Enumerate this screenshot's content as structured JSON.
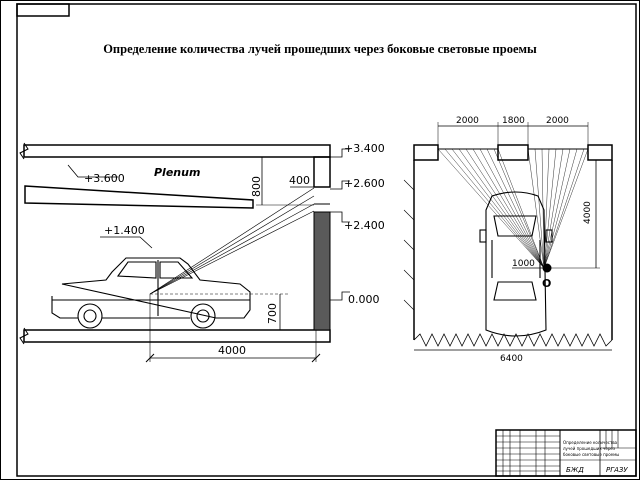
{
  "title": "Определение количества лучей прошедших через боковые световые проемы",
  "section_view": {
    "levels": [
      "+3.400",
      "+3.600",
      "+2.600",
      "+2.400",
      "+1.400",
      "0.000"
    ],
    "plenum_label": "Plenum",
    "dims": [
      "800",
      "400",
      "700",
      "4000"
    ]
  },
  "plan_view": {
    "top_dims": [
      "2000",
      "1800",
      "2000"
    ],
    "side_dim": "4000",
    "inner_dim": "1000",
    "point_label": "O",
    "bottom_dim": "6400"
  },
  "title_block": {
    "caption_lines": [
      "Определение количества",
      "лучей прошедших через",
      "боковые световые проемы"
    ],
    "code_left": "БЖД",
    "code_right": "РГАЗУ"
  }
}
